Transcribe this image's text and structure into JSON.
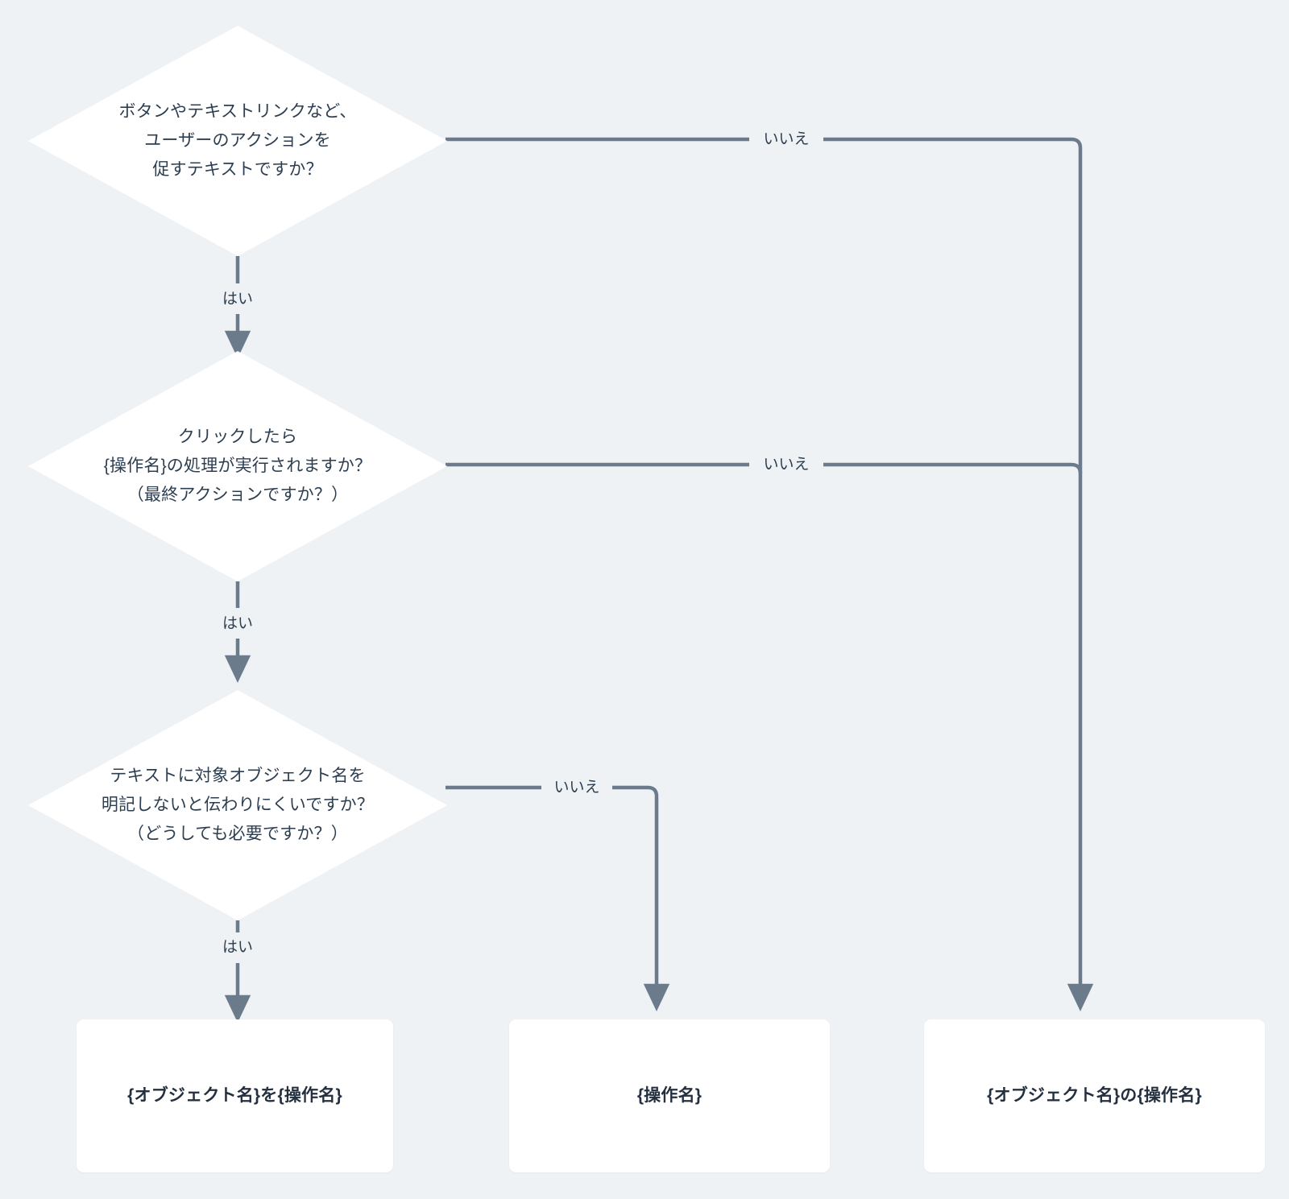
{
  "theme": {
    "background": "#eff2f5",
    "node_fill": "#ffffff",
    "connector": "#6b7b8c",
    "text": "#2c3e50",
    "box_text": "#24303f"
  },
  "diagram": {
    "type": "flowchart",
    "title": "",
    "nodes": [
      {
        "id": "q1",
        "shape": "diamond",
        "text": "ボタンやテキストリンクなど、\nユーザーのアクションを\n促すテキストですか？"
      },
      {
        "id": "q2",
        "shape": "diamond",
        "text": "クリックしたら\n{操作名}の処理が実行されますか？\n（最終アクションですか？）"
      },
      {
        "id": "q3",
        "shape": "diamond",
        "text": "テキストに対象オブジェクト名を\n明記しないと伝わりにくいですか？\n（どうしても必要ですか？）"
      },
      {
        "id": "r1",
        "shape": "box",
        "text": "{オブジェクト名}を{操作名}"
      },
      {
        "id": "r2",
        "shape": "box",
        "text": "{操作名}"
      },
      {
        "id": "r3",
        "shape": "box",
        "text": "{オブジェクト名}の{操作名}"
      }
    ],
    "edges": [
      {
        "id": "e1",
        "from": "q1",
        "to": "q2",
        "label": "はい"
      },
      {
        "id": "e2",
        "from": "q1",
        "to": "r3",
        "label": "いいえ"
      },
      {
        "id": "e3",
        "from": "q2",
        "to": "q3",
        "label": "はい"
      },
      {
        "id": "e4",
        "from": "q2",
        "to": "r3",
        "label": "いいえ"
      },
      {
        "id": "e5",
        "from": "q3",
        "to": "r1",
        "label": "はい"
      },
      {
        "id": "e6",
        "from": "q3",
        "to": "r2",
        "label": "いいえ"
      }
    ]
  }
}
